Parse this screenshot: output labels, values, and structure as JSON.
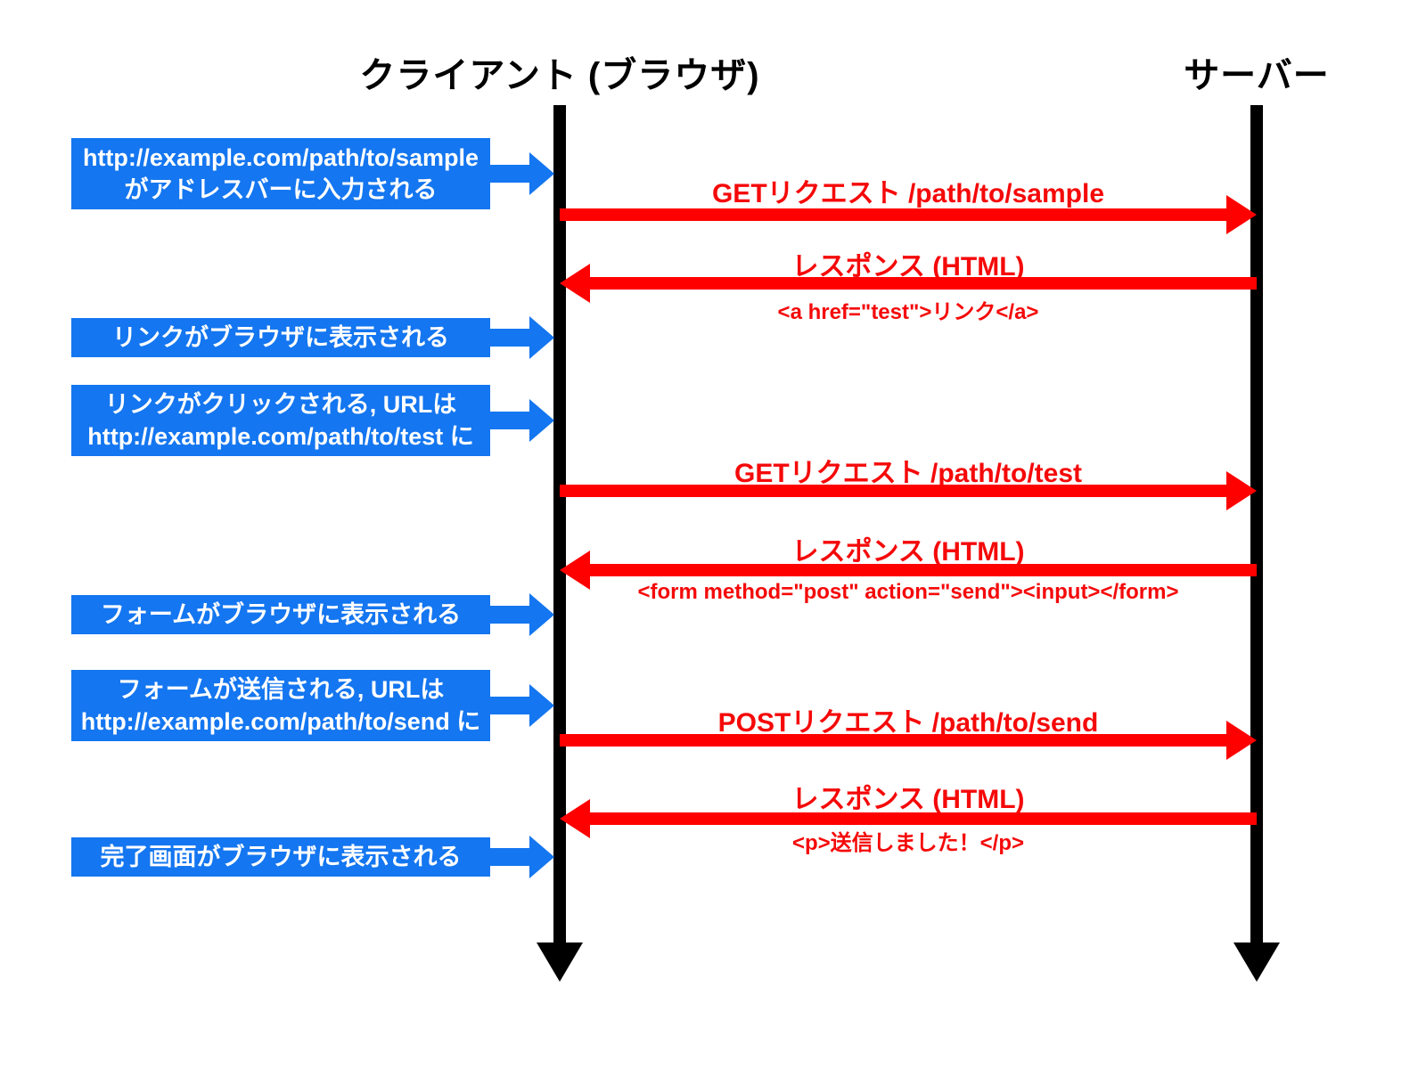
{
  "colors": {
    "blue": "#1476F0",
    "red": "#FF0000",
    "red_text": "#F50909",
    "black": "#000000",
    "background": "#FFFFFF"
  },
  "lanes": {
    "client_title": "クライアント (ブラウザ)",
    "server_title": "サーバー"
  },
  "client_steps": [
    {
      "lines": [
        "http://example.com/path/to/sample",
        "がアドレスバーに入力される"
      ]
    },
    {
      "lines": [
        "リンクがブラウザに表示される"
      ]
    },
    {
      "lines": [
        "リンクがクリックされる, URLは",
        "http://example.com/path/to/test に"
      ]
    },
    {
      "lines": [
        "フォームがブラウザに表示される"
      ]
    },
    {
      "lines": [
        "フォームが送信される, URLは",
        "http://example.com/path/to/send に"
      ]
    },
    {
      "lines": [
        "完了画面がブラウザに表示される"
      ]
    }
  ],
  "messages": [
    {
      "direction": "right",
      "label": "GETリクエスト /path/to/sample",
      "code": ""
    },
    {
      "direction": "left",
      "label": "レスポンス (HTML)",
      "code": "<a href=\"test\">リンク</a>"
    },
    {
      "direction": "right",
      "label": "GETリクエスト /path/to/test",
      "code": ""
    },
    {
      "direction": "left",
      "label": "レスポンス (HTML)",
      "code": "<form method=\"post\" action=\"send\"><input></form>"
    },
    {
      "direction": "right",
      "label": "POSTリクエスト /path/to/send",
      "code": ""
    },
    {
      "direction": "left",
      "label": "レスポンス (HTML)",
      "code": "<p>送信しました！</p>"
    }
  ]
}
